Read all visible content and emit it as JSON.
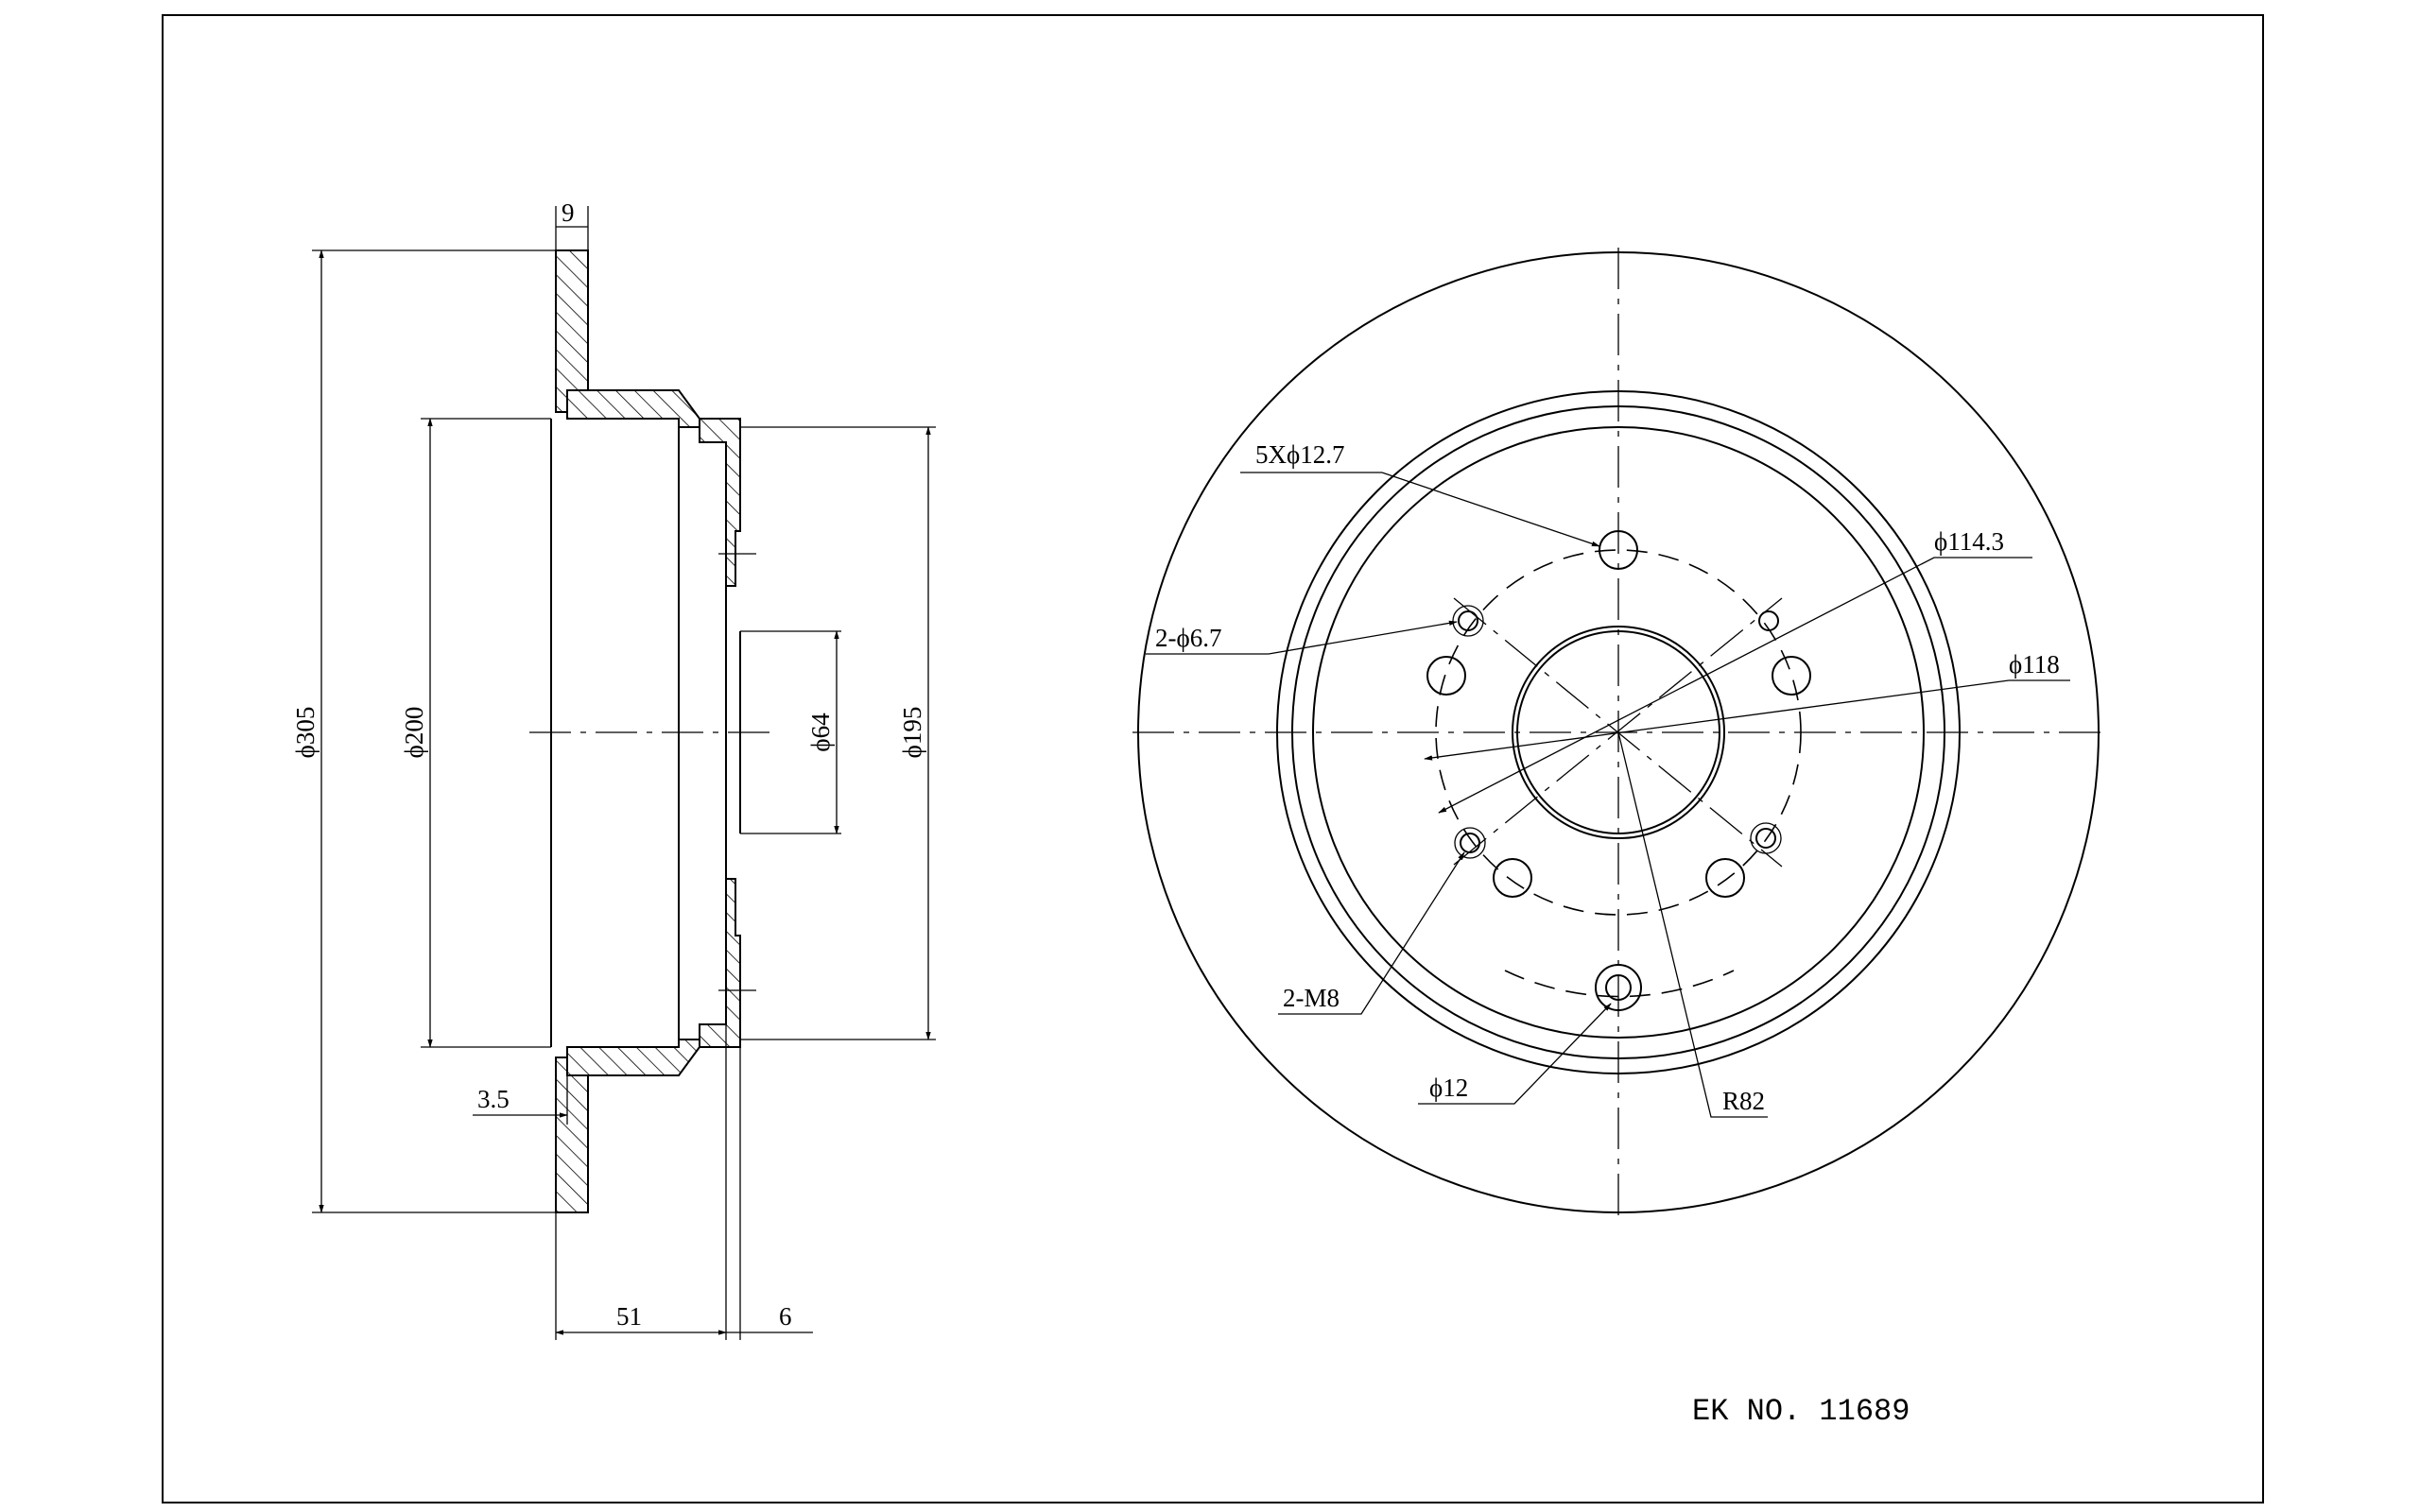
{
  "side_view": {
    "thickness_label": "9",
    "outer_diameter_label": "ϕ305",
    "hat_diameter_label": "ϕ200",
    "center_bore_label": "ϕ64",
    "hat_outer_label": "ϕ195",
    "step_label": "3.5",
    "height_label": "51",
    "hub_thickness_label": "6"
  },
  "front_view": {
    "bolt_holes_label": "5Xϕ12.7",
    "pcd_label": "ϕ114.3",
    "small_holes_label": "2-ϕ6.7",
    "circle_118_label": "ϕ118",
    "thread_label": "2-M8",
    "hole_12_label": "ϕ12",
    "radius_label": "R82"
  },
  "part_number": "EK NO. 11689"
}
